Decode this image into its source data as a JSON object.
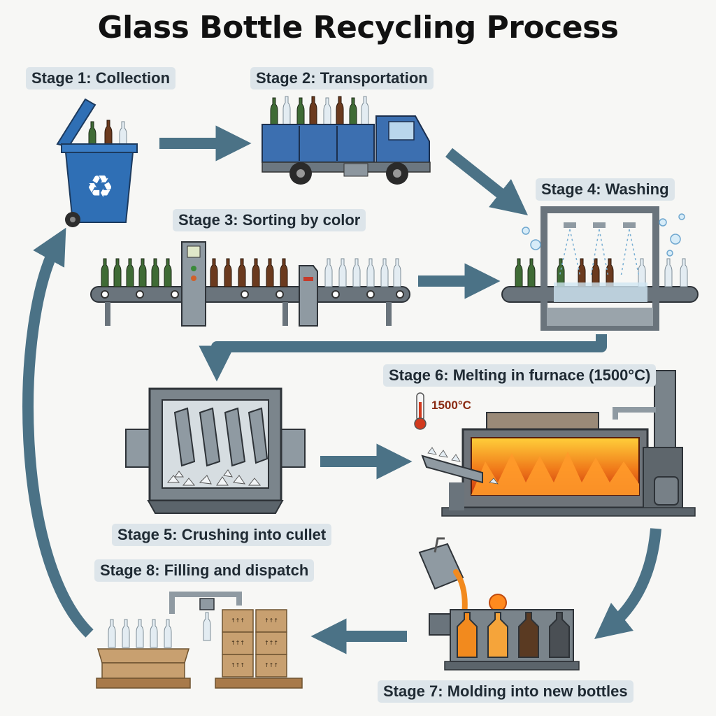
{
  "title": "Glass Bottle Recycling Process",
  "stages": [
    {
      "label": "Stage 1: Collection"
    },
    {
      "label": "Stage 2: Transportation"
    },
    {
      "label": "Stage 3: Sorting by color"
    },
    {
      "label": "Stage 4: Washing"
    },
    {
      "label": "Stage 5: Crushing into cullet"
    },
    {
      "label": "Stage 6: Melting in furnace (1500°C)"
    },
    {
      "label": "Stage 7: Molding into new bottles"
    },
    {
      "label": "Stage 8: Filling and dispatch"
    }
  ],
  "furnace_temperature": "1500°C",
  "colors": {
    "arrow": "#4b7286",
    "green_glass": "#3f6b35",
    "brown_glass": "#6b3a1e",
    "clear_glass": "#e3ecf2",
    "bin": "#2f6fb5",
    "fire": "#f07a1a"
  },
  "icons": [
    "recycle-bin-icon",
    "truck-icon",
    "sorting-conveyor-icon",
    "washer-icon",
    "crusher-icon",
    "furnace-icon",
    "thermometer-icon",
    "mold-icon",
    "pallet-icon"
  ]
}
